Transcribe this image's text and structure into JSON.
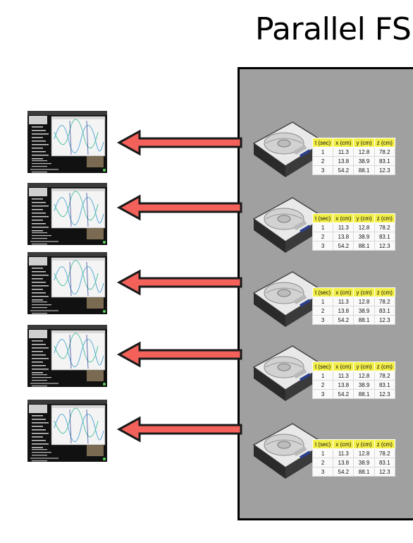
{
  "title": "Parallel FS",
  "colors": {
    "panel": "#a0a0a0",
    "arrow_fill": "#f4615a",
    "arrow_stroke": "#1a1a1a",
    "table_header": "#f3ef4a"
  },
  "icons": {
    "disk": "hard-drive-icon",
    "client": "analysis-window-thumbnail"
  },
  "table": {
    "headers": [
      "t (sec)",
      "x (cm)",
      "y (cm)",
      "z (cm)"
    ],
    "rows": [
      [
        "1",
        "11.3",
        "12.8",
        "78.2"
      ],
      [
        "2",
        "13.8",
        "38.9",
        "83.1"
      ],
      [
        "3",
        "54.2",
        "88.1",
        "12.3"
      ]
    ]
  }
}
